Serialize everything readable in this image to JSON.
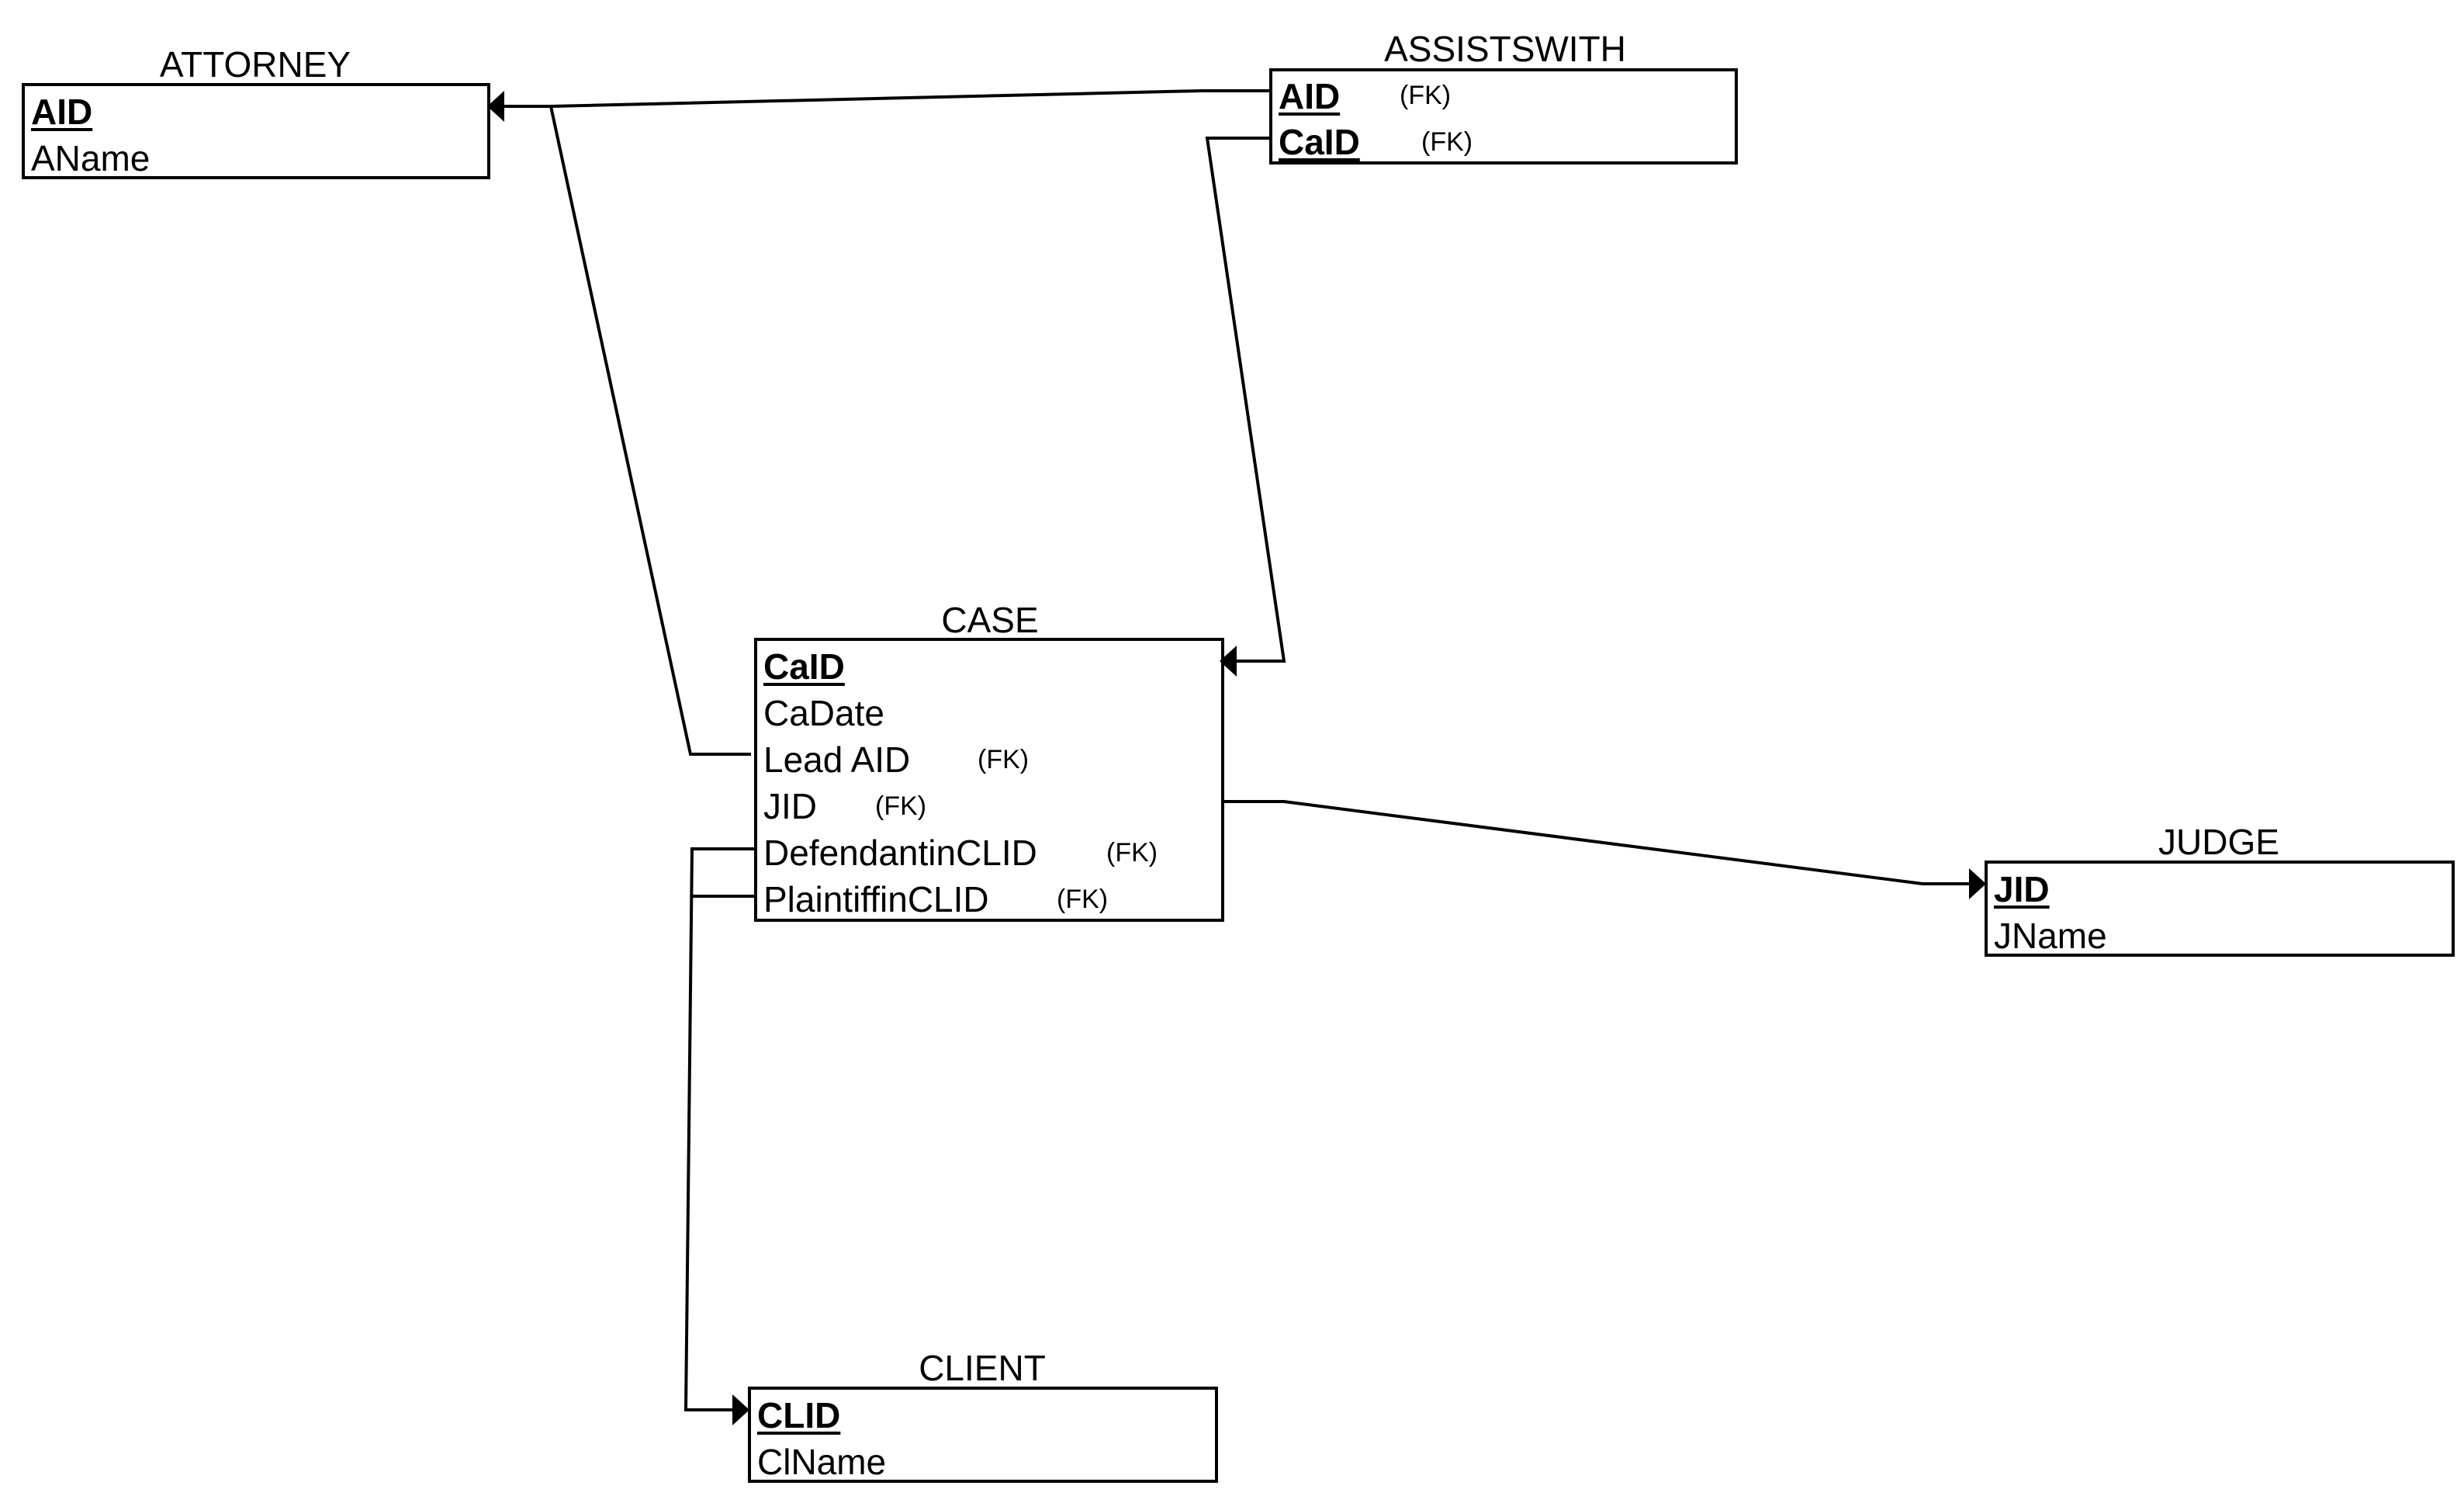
{
  "entities": {
    "attorney": {
      "title": "ATTORNEY",
      "attributes": [
        "AID",
        "AName"
      ],
      "pk": [
        "AID"
      ]
    },
    "assistswith": {
      "title": "ASSISTSWITH",
      "attributes": [
        "AID",
        "CaID"
      ],
      "pk": [
        "AID",
        "CaID"
      ],
      "fk_labels": [
        "(FK)",
        "(FK)"
      ]
    },
    "case": {
      "title": "CASE",
      "attributes": [
        "CaID",
        "CaDate",
        "Lead AID",
        "JID",
        "DefendantinCLID",
        "PlaintiffinCLID"
      ],
      "pk": [
        "CaID"
      ],
      "fk_labels": [
        "(FK)",
        "(FK)",
        "(FK)",
        "(FK)"
      ]
    },
    "judge": {
      "title": "JUDGE",
      "attributes": [
        "JID",
        "JName"
      ],
      "pk": [
        "JID"
      ]
    },
    "client": {
      "title": "CLIENT",
      "attributes": [
        "CLID",
        "ClName"
      ],
      "pk": [
        "CLID"
      ]
    }
  },
  "relationships": [
    {
      "from": "ASSISTSWITH.AID",
      "to": "ATTORNEY.AID"
    },
    {
      "from": "ASSISTSWITH.CaID",
      "to": "CASE.CaID"
    },
    {
      "from": "CASE.Lead AID",
      "to": "ATTORNEY.AID"
    },
    {
      "from": "CASE.JID",
      "to": "JUDGE.JID"
    },
    {
      "from": "CASE.DefendantinCLID",
      "to": "CLIENT.CLID"
    },
    {
      "from": "CASE.PlaintiffinCLID",
      "to": "CLIENT.CLID"
    }
  ],
  "colors": {
    "line": "#000000",
    "background": "#ffffff"
  }
}
